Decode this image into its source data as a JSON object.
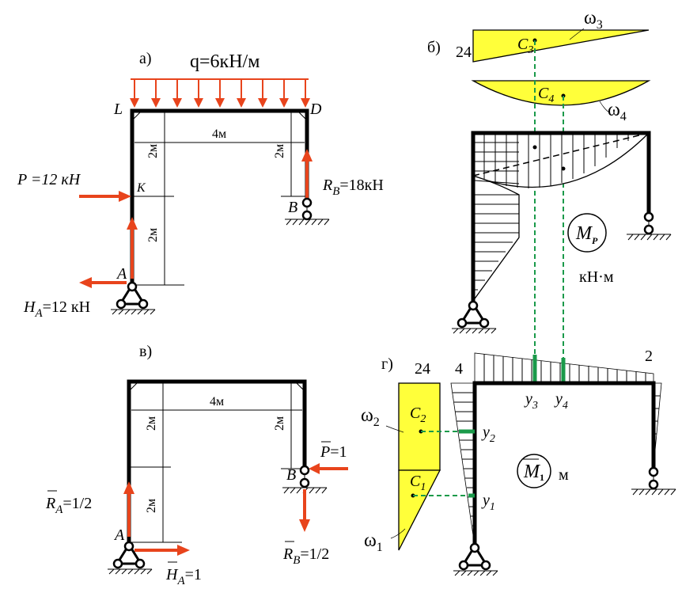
{
  "panel_a": {
    "label": "а)",
    "load_q": "q=6кН/м",
    "node_L": "L",
    "node_D": "D",
    "node_K": "K",
    "node_A": "A",
    "node_B": "B",
    "span": "4м",
    "height_upper_left": "2м",
    "height_lower_left": "2м",
    "height_right": "2м",
    "force_P": "P =12 кН",
    "reaction_RB": "R",
    "reaction_RB_sub": "B",
    "reaction_RB_value": "=18кН",
    "reaction_HA": "H",
    "reaction_HA_sub": "A",
    "reaction_HA_value": "=12 кН"
  },
  "panel_b": {
    "label": "б)",
    "value_24": "24",
    "c3": "C",
    "c3_sub": "3",
    "c4": "C",
    "c4_sub": "4",
    "omega3": "ω",
    "omega3_sub": "3",
    "omega4": "ω",
    "omega4_sub": "4",
    "diagram_M": "M",
    "diagram_M_sub": "P",
    "units": "кН·м"
  },
  "panel_v": {
    "label": "в)",
    "span": "4м",
    "height_upper_left": "2м",
    "height_lower_left": "2м",
    "height_right": "2м",
    "force_P": "P",
    "force_P_value": "=1",
    "node_B": "B",
    "node_A": "A",
    "reaction_RA": "R",
    "reaction_RA_sub": "A",
    "reaction_RA_value": "=1/2",
    "reaction_RB": "R",
    "reaction_RB_sub": "B",
    "reaction_RB_value": "=1/2",
    "reaction_HA": "H",
    "reaction_HA_sub": "A",
    "reaction_HA_value": "=1"
  },
  "panel_g": {
    "label": "г)",
    "value_24": "24",
    "value_4": "4",
    "value_2": "2",
    "omega2": "ω",
    "omega2_sub": "2",
    "omega1": "ω",
    "omega1_sub": "1",
    "c2": "C",
    "c2_sub": "2",
    "c1": "C",
    "c1_sub": "1",
    "y1": "y",
    "y1_sub": "1",
    "y2": "y",
    "y2_sub": "2",
    "y3": "y",
    "y3_sub": "3",
    "y4": "y",
    "y4_sub": "4",
    "diagram_M": "M",
    "diagram_M_sub": "1",
    "units": "м"
  }
}
